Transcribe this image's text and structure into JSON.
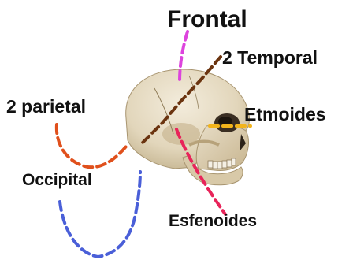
{
  "labels": {
    "frontal": "Frontal",
    "temporal": "2 Temporal",
    "parietal": "2 parietal",
    "etmoides": "Etmoides",
    "occipital": "Occipital",
    "esfenoides": "Esfenoides"
  },
  "colors": {
    "frontal_line": "#dd44dd",
    "temporal_line": "#6b3410",
    "parietal_line": "#e0501c",
    "etmoides_line": "#f2b41c",
    "occipital_line": "#4a5fd8",
    "esfenoides_line": "#e8245a",
    "skull_base": "#e6dcc4",
    "skull_shade": "#c9b892",
    "skull_dark": "#3a2e22"
  },
  "icons": {
    "skull": "skull-icon"
  }
}
